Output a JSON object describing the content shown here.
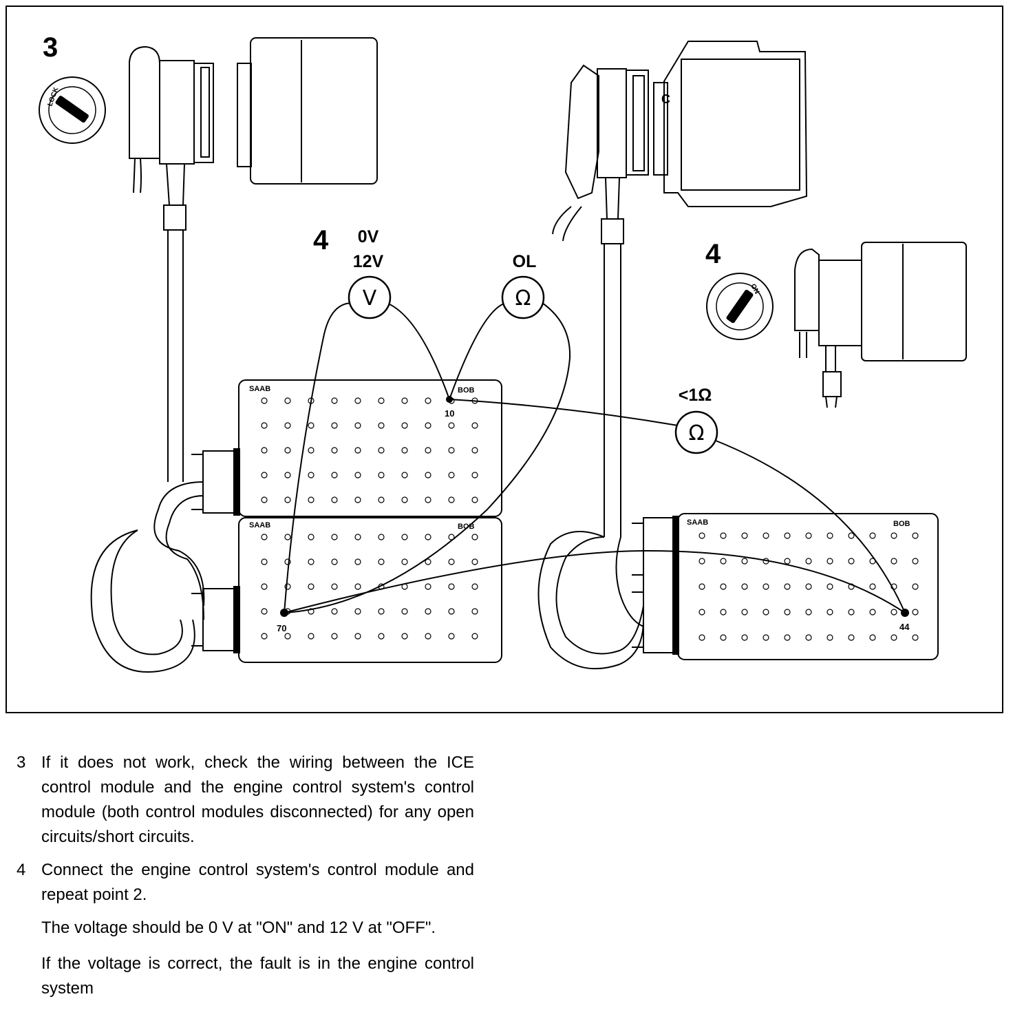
{
  "diagram": {
    "step_left": "3",
    "step_mid": "4",
    "step_right": "4",
    "voltmeter": {
      "reading_top": "0V",
      "reading_bottom": "12V",
      "symbol": "V"
    },
    "ohmmeter_top": {
      "reading": "OL",
      "symbol": "Ω"
    },
    "ohmmeter_right": {
      "reading": "<1Ω",
      "symbol": "Ω"
    },
    "box_brand": "SAAB",
    "box_model": "BOB",
    "pins": {
      "p10": "10",
      "p70": "70",
      "p44": "44"
    },
    "key_left": "LOCK",
    "key_right": "ON",
    "module_letter": "C",
    "icons": [
      "ignition-key-off-icon",
      "ignition-key-on-icon",
      "voltmeter-icon",
      "ohmmeter-icon"
    ]
  },
  "instructions": {
    "item3": {
      "num": "3",
      "text": "If it does not work, check the wiring between the ICE control module and the engine control system's control module (both control modules disconnected) for any open circuits/short circuits."
    },
    "item4": {
      "num": "4",
      "text": "Connect the engine control system's control module and repeat point 2."
    },
    "para1": "The voltage should be 0 V at \"ON\" and 12 V at \"OFF\".",
    "para2": "If the voltage is correct, the fault is in the engine control system"
  }
}
